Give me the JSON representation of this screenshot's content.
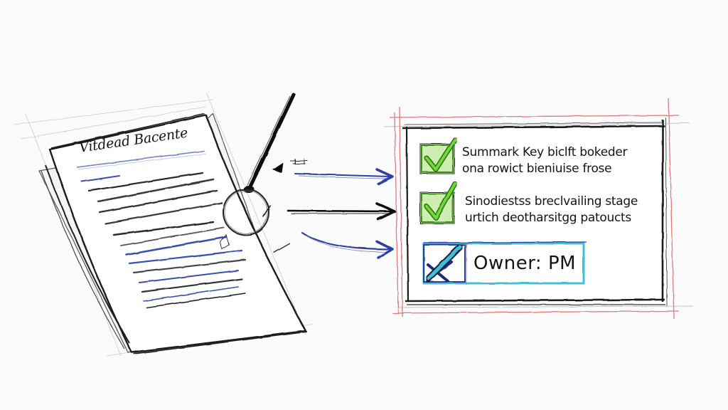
{
  "diagram": {
    "type": "process-sketch",
    "style": "hand-drawn pencil and marker",
    "source_document": {
      "title": "Vitdead Bacente",
      "line_count": 12,
      "highlight_color": "#3a4fb0"
    },
    "tool": {
      "icon": "magnifying-glass-icon"
    },
    "arrows": [
      {
        "id": "arrow-top",
        "color": "#2f3fa8"
      },
      {
        "id": "arrow-middle",
        "color": "#1a1a1a"
      },
      {
        "id": "arrow-bottom",
        "color": "#2f3fa8"
      }
    ],
    "summary_card": {
      "border_color": "#e06a6a",
      "items": [
        {
          "checked": true,
          "check_color": "#5fc42a",
          "line1": "Summark Key biclft bokeder",
          "line2": "ona rowict bieniuise frose"
        },
        {
          "checked": true,
          "check_color": "#5fc42a",
          "line1": "Sinodiestss breclvailing stage",
          "line2": "urtich deotharsitgg patoucts"
        }
      ],
      "owner": {
        "label": "Owner: PM",
        "accent_color": "#3cc0d8",
        "icon_color": "#2a3a9a"
      }
    }
  }
}
